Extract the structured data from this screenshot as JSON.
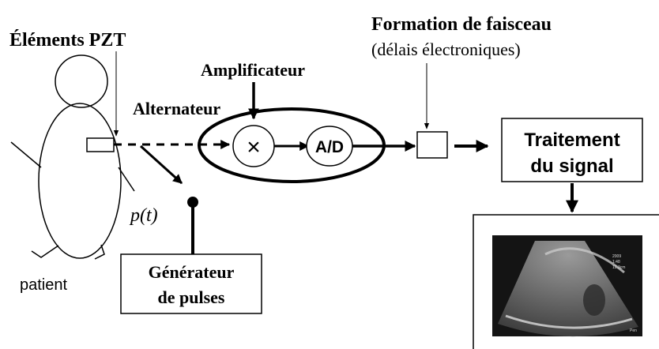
{
  "labels": {
    "pzt_elements": "Éléments PZT",
    "beamforming_title": "Formation de faisceau",
    "beamforming_subtitle": "(délais électroniques)",
    "amplifier": "Amplificateur",
    "alternator": "Alternateur",
    "multiply_symbol": "×",
    "adc": "A/D",
    "signal_processing_line1": "Traitement",
    "signal_processing_line2": "du signal",
    "pulse_signal": "p(t)",
    "pulse_generator_line1": "Générateur",
    "pulse_generator_line2": "de pulses",
    "patient": "patient"
  },
  "ultrasound_overlay": {
    "lines": [
      "2009",
      "1:48",
      "12.3cm"
    ],
    "corner": "Pen"
  },
  "colors": {
    "ink": "#000000",
    "background": "#ffffff",
    "scan_dark": "#1a1a1a",
    "scan_tissue": "#6e6e6e"
  }
}
